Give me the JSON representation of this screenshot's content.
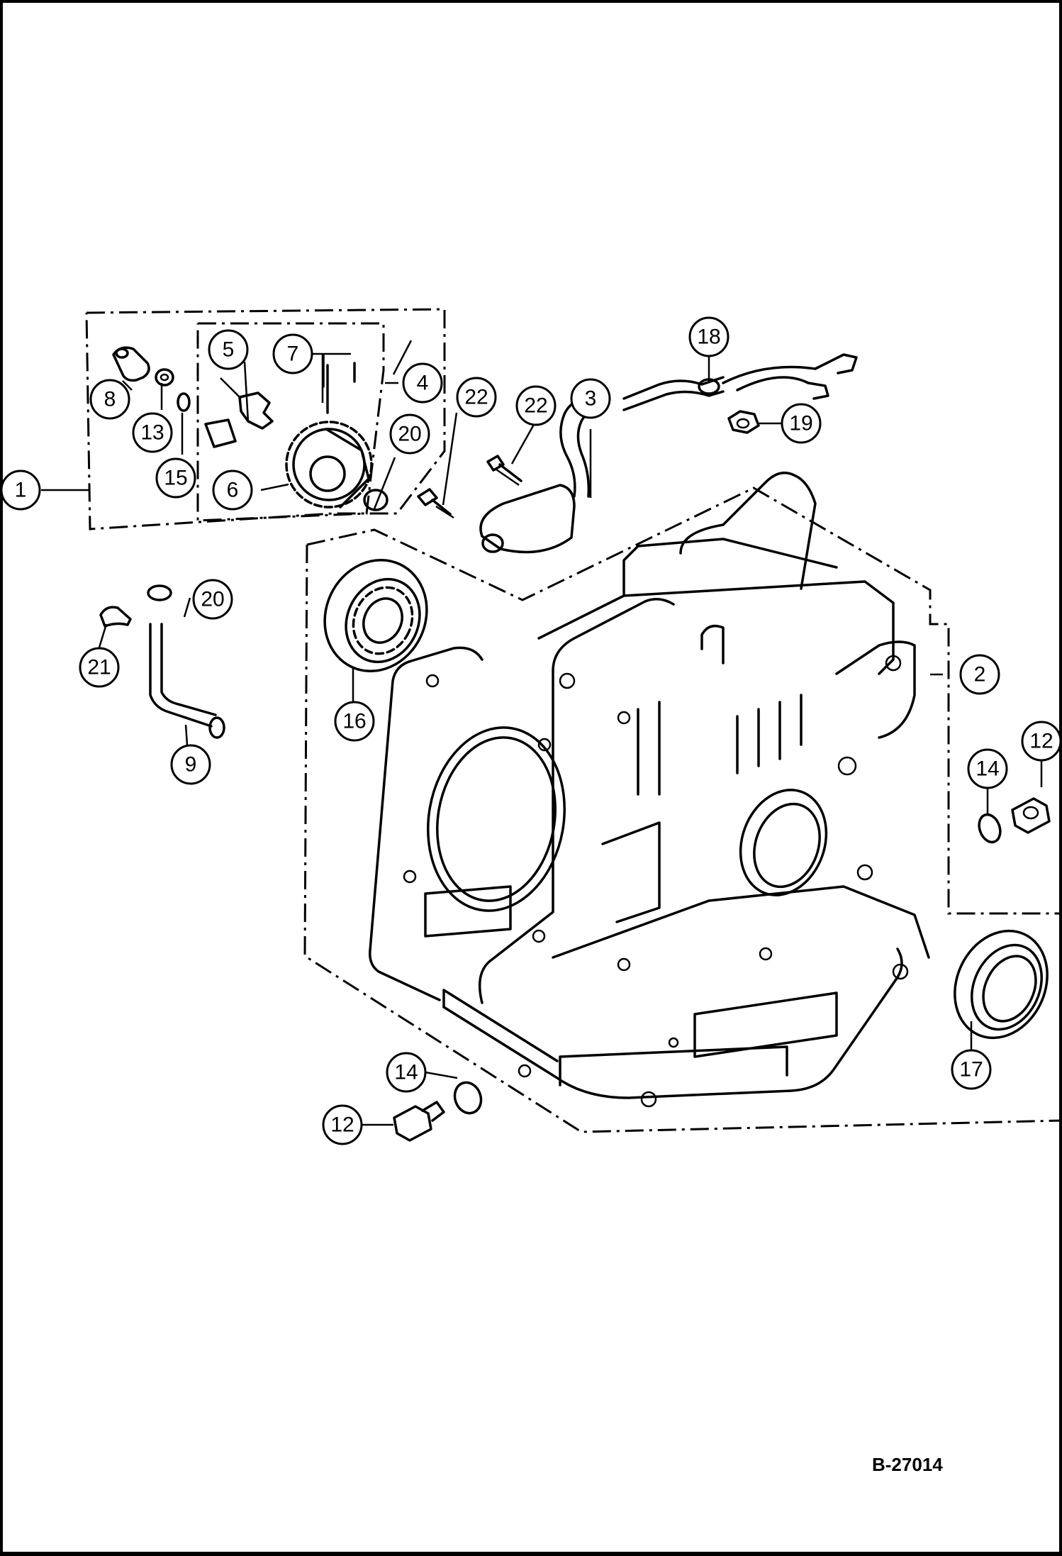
{
  "drawing_code": "B-27014",
  "callouts": [
    {
      "id": "c1",
      "label": "1"
    },
    {
      "id": "c2",
      "label": "2"
    },
    {
      "id": "c3",
      "label": "3"
    },
    {
      "id": "c4",
      "label": "4"
    },
    {
      "id": "c5",
      "label": "5"
    },
    {
      "id": "c6",
      "label": "6"
    },
    {
      "id": "c7",
      "label": "7"
    },
    {
      "id": "c8",
      "label": "8"
    },
    {
      "id": "c9",
      "label": "9"
    },
    {
      "id": "c12a",
      "label": "12"
    },
    {
      "id": "c12b",
      "label": "12"
    },
    {
      "id": "c13",
      "label": "13"
    },
    {
      "id": "c14a",
      "label": "14"
    },
    {
      "id": "c14b",
      "label": "14"
    },
    {
      "id": "c15",
      "label": "15"
    },
    {
      "id": "c16",
      "label": "16"
    },
    {
      "id": "c17",
      "label": "17"
    },
    {
      "id": "c18",
      "label": "18"
    },
    {
      "id": "c19",
      "label": "19"
    },
    {
      "id": "c20a",
      "label": "20"
    },
    {
      "id": "c20b",
      "label": "20"
    },
    {
      "id": "c21",
      "label": "21"
    },
    {
      "id": "c22a",
      "label": "22"
    },
    {
      "id": "c22b",
      "label": "22"
    }
  ]
}
